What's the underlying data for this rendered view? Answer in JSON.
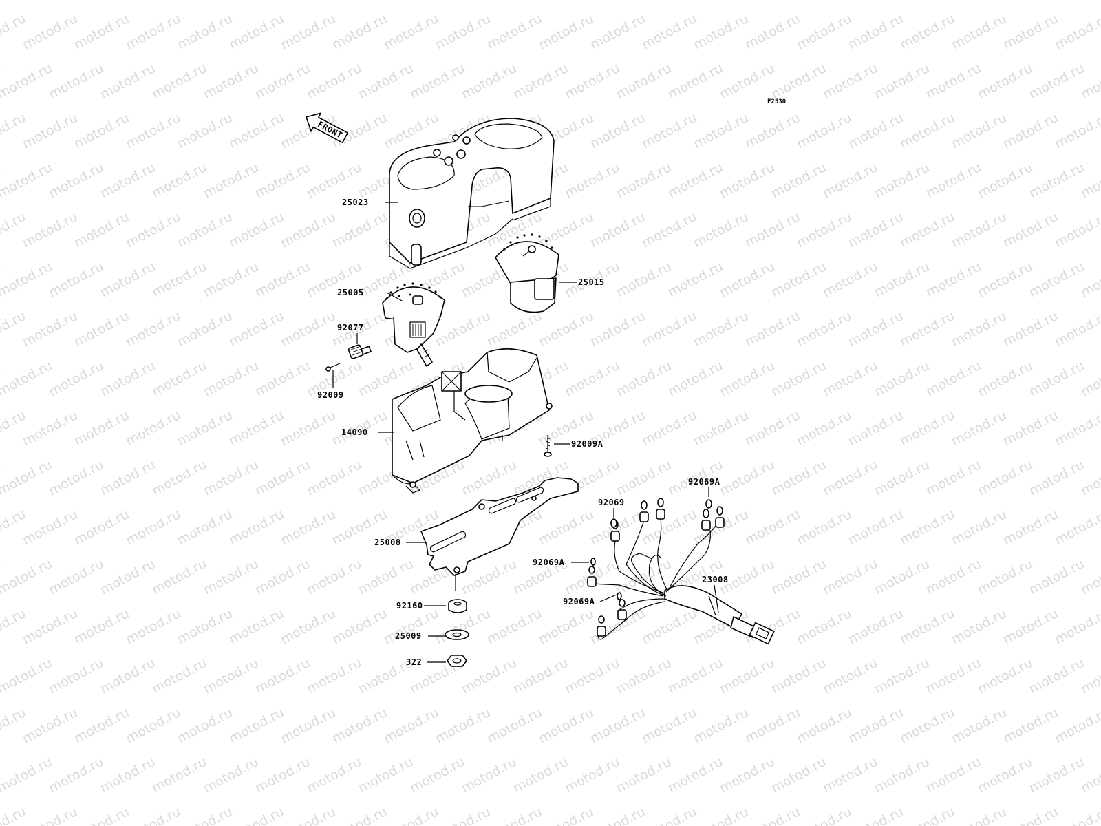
{
  "watermark": "motod.ru",
  "figure_code": "F2530",
  "front_label": "FRONT",
  "parts": {
    "p25023": "25023",
    "p25015": "25015",
    "p25005": "25005",
    "p92077": "92077",
    "p92009": "92009",
    "p14090": "14090",
    "p92009A": "92009A",
    "p92069A_top": "92069A",
    "p92069": "92069",
    "p25008": "25008",
    "p92069A_left": "92069A",
    "p23008": "23008",
    "p92069A_bottom": "92069A",
    "p92160": "92160",
    "p25009": "25009",
    "p322": "322"
  }
}
